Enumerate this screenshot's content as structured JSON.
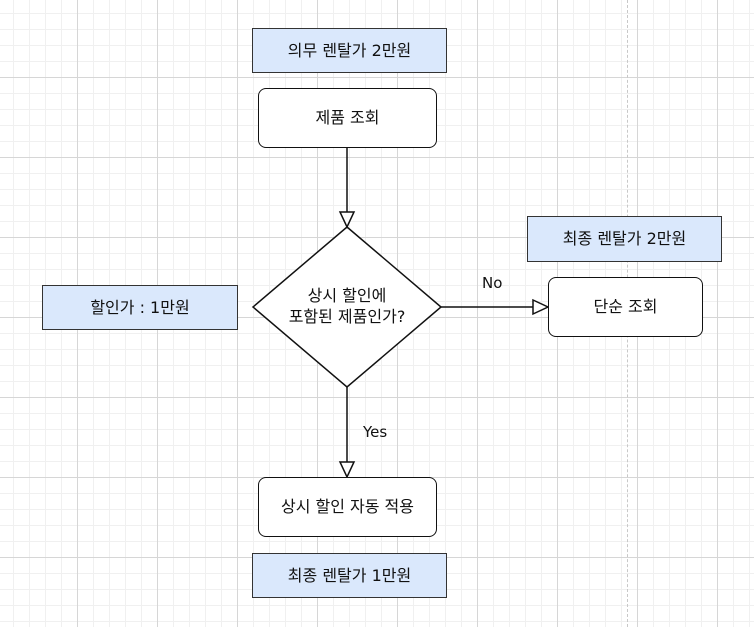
{
  "notes": {
    "top": "의무 렌탈가 2만원",
    "right": "최종 렌탈가 2만원",
    "left": "할인가 : 1만원",
    "bottom": "최종 렌탈가 1만원"
  },
  "nodes": {
    "start": "제품 조회",
    "decision_line1": "상시 할인에",
    "decision_line2": "포함된 제품인가?",
    "no_branch": "단순 조회",
    "yes_branch": "상시 할인 자동 적용"
  },
  "edges": {
    "no_label": "No",
    "yes_label": "Yes"
  }
}
